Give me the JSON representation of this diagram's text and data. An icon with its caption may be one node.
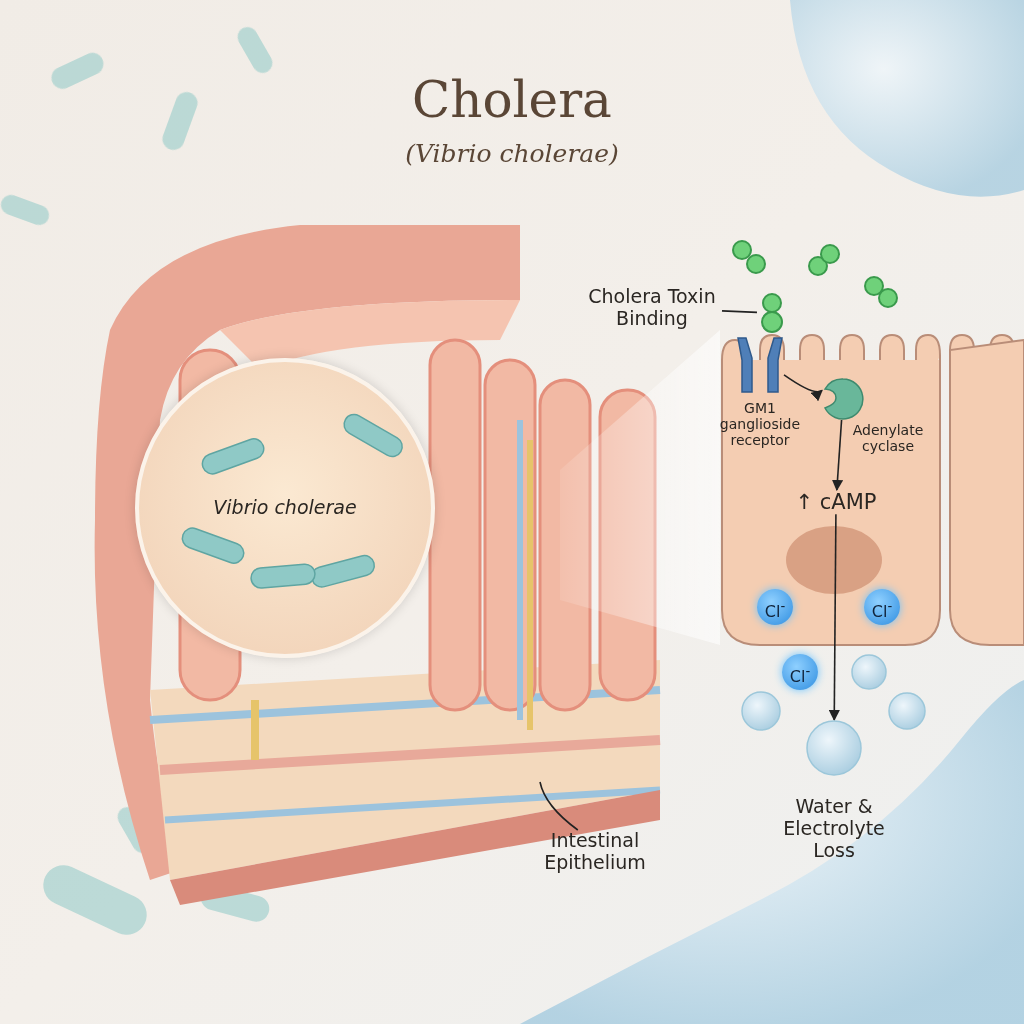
{
  "diagram": {
    "title": "Cholera",
    "nodes": [
      {
        "text": [
          "Cholera Toxin Binding"
        ]
      },
      {
        "text": [],
        "shape": "circle"
      },
      {
        "text": [
          "GM1 ganglioside receptor"
        ]
      },
      {
        "text": [
          "Adenylate cyclase"
        ]
      },
      {
        "text": [
          "↑ cAMP"
        ]
      },
      {
        "text": [
          "Vibrio cholerae"
        ]
      },
      {
        "text": [
          "Cl$^{-}$"
        ]
      },
      {
        "text": [
          "Cl$^{-}$"
        ]
      },
      {
        "text": [
          "Cl$^{-}$"
        ]
      },
      {
        "text": [],
        "shape": "circle"
      },
      {
        "text": [
          "Intestinal Epithelium"
        ]
      }
    ],
    "edges": [
      {
        "from": 0,
        "to": 1,
        "arrow": "none"
      },
      {
        "from": 2,
        "to": 3,
        "arrow": "to"
      },
      {
        "from": 3,
        "to": 4,
        "arrow": "to"
      },
      {
        "from": 4,
        "to": 9,
        "arrow": "to"
      },
      {
        "from": 10,
        "to": null,
        "arrow": "none"
      }
    ],
    "labels": [
      "(Vibrio cholerae)",
      "Water & Electrolyte Loss"
    ]
  }
}
